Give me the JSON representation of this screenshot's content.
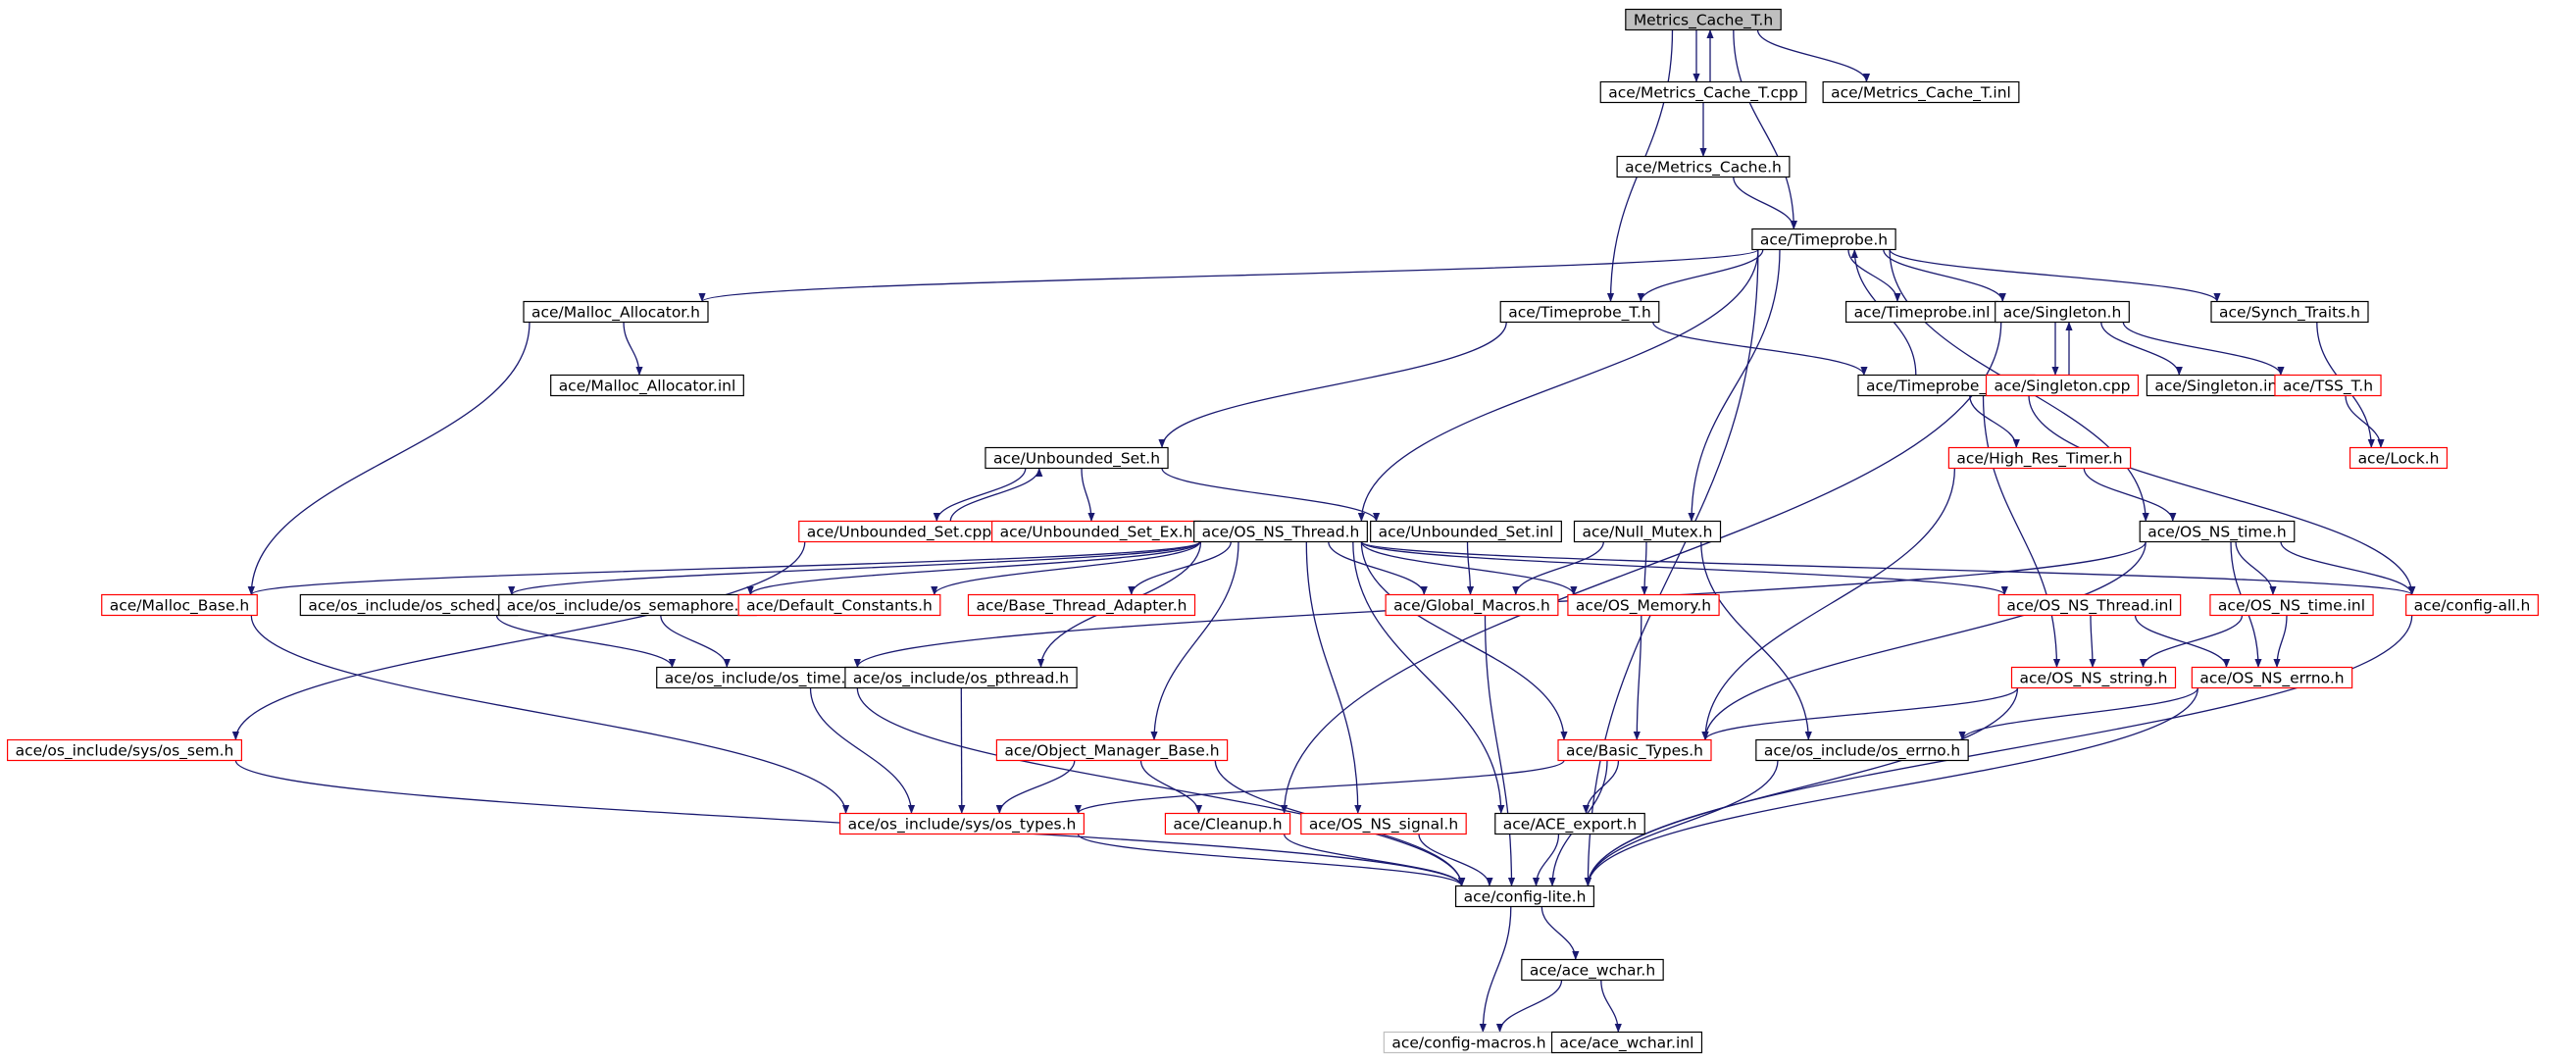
{
  "graph": {
    "title": "",
    "colors": {
      "edge": "#191970",
      "normal_border": "#000000",
      "root_fill": "#bfbfbf",
      "truncated_border": "#ff0000",
      "missing_border": "#bfbfbf",
      "text": "#000000"
    },
    "nodes": [
      {
        "id": "metrics_cache_t_h",
        "label": "Metrics_Cache_T.h",
        "kind": "root"
      },
      {
        "id": "metrics_cache_t_cpp",
        "label": "ace/Metrics_Cache_T.cpp",
        "kind": "normal"
      },
      {
        "id": "metrics_cache_t_inl",
        "label": "ace/Metrics_Cache_T.inl",
        "kind": "normal"
      },
      {
        "id": "metrics_cache_h",
        "label": "ace/Metrics_Cache.h",
        "kind": "normal"
      },
      {
        "id": "timeprobe_h",
        "label": "ace/Timeprobe.h",
        "kind": "normal"
      },
      {
        "id": "malloc_allocator_h",
        "label": "ace/Malloc_Allocator.h",
        "kind": "normal"
      },
      {
        "id": "timeprobe_t_h",
        "label": "ace/Timeprobe_T.h",
        "kind": "normal"
      },
      {
        "id": "timeprobe_inl",
        "label": "ace/Timeprobe.inl",
        "kind": "normal"
      },
      {
        "id": "singleton_h",
        "label": "ace/Singleton.h",
        "kind": "normal"
      },
      {
        "id": "synch_traits_h",
        "label": "ace/Synch_Traits.h",
        "kind": "normal"
      },
      {
        "id": "malloc_allocator_inl",
        "label": "ace/Malloc_Allocator.inl",
        "kind": "normal"
      },
      {
        "id": "timeprobe_t_cpp",
        "label": "ace/Timeprobe_T.cpp",
        "kind": "normal"
      },
      {
        "id": "singleton_cpp",
        "label": "ace/Singleton.cpp",
        "kind": "truncated"
      },
      {
        "id": "singleton_inl",
        "label": "ace/Singleton.inl",
        "kind": "normal"
      },
      {
        "id": "tss_t_h",
        "label": "ace/TSS_T.h",
        "kind": "truncated"
      },
      {
        "id": "unbounded_set_h",
        "label": "ace/Unbounded_Set.h",
        "kind": "normal"
      },
      {
        "id": "high_res_timer_h",
        "label": "ace/High_Res_Timer.h",
        "kind": "truncated"
      },
      {
        "id": "lock_h",
        "label": "ace/Lock.h",
        "kind": "truncated"
      },
      {
        "id": "unbounded_set_cpp",
        "label": "ace/Unbounded_Set.cpp",
        "kind": "truncated"
      },
      {
        "id": "unbounded_set_ex_h",
        "label": "ace/Unbounded_Set_Ex.h",
        "kind": "truncated"
      },
      {
        "id": "os_ns_thread_h",
        "label": "ace/OS_NS_Thread.h",
        "kind": "normal"
      },
      {
        "id": "unbounded_set_inl",
        "label": "ace/Unbounded_Set.inl",
        "kind": "normal"
      },
      {
        "id": "null_mutex_h",
        "label": "ace/Null_Mutex.h",
        "kind": "normal"
      },
      {
        "id": "os_ns_time_h",
        "label": "ace/OS_NS_time.h",
        "kind": "normal"
      },
      {
        "id": "malloc_base_h",
        "label": "ace/Malloc_Base.h",
        "kind": "truncated"
      },
      {
        "id": "os_sched_h",
        "label": "ace/os_include/os_sched.h",
        "kind": "normal"
      },
      {
        "id": "os_semaphore_h",
        "label": "ace/os_include/os_semaphore.h",
        "kind": "normal"
      },
      {
        "id": "default_constants_h",
        "label": "ace/Default_Constants.h",
        "kind": "truncated"
      },
      {
        "id": "base_thread_adapter_h",
        "label": "ace/Base_Thread_Adapter.h",
        "kind": "truncated"
      },
      {
        "id": "global_macros_h",
        "label": "ace/Global_Macros.h",
        "kind": "truncated"
      },
      {
        "id": "os_memory_h",
        "label": "ace/OS_Memory.h",
        "kind": "truncated"
      },
      {
        "id": "os_ns_thread_inl",
        "label": "ace/OS_NS_Thread.inl",
        "kind": "truncated"
      },
      {
        "id": "os_ns_time_inl",
        "label": "ace/OS_NS_time.inl",
        "kind": "truncated"
      },
      {
        "id": "config_all_h",
        "label": "ace/config-all.h",
        "kind": "truncated"
      },
      {
        "id": "os_time_h",
        "label": "ace/os_include/os_time.h",
        "kind": "normal"
      },
      {
        "id": "os_pthread_h",
        "label": "ace/os_include/os_pthread.h",
        "kind": "normal"
      },
      {
        "id": "os_ns_string_h",
        "label": "ace/OS_NS_string.h",
        "kind": "truncated"
      },
      {
        "id": "os_ns_errno_h",
        "label": "ace/OS_NS_errno.h",
        "kind": "truncated"
      },
      {
        "id": "os_sem_h",
        "label": "ace/os_include/sys/os_sem.h",
        "kind": "truncated"
      },
      {
        "id": "object_manager_base_h",
        "label": "ace/Object_Manager_Base.h",
        "kind": "truncated"
      },
      {
        "id": "basic_types_h",
        "label": "ace/Basic_Types.h",
        "kind": "truncated"
      },
      {
        "id": "os_errno_h",
        "label": "ace/os_include/os_errno.h",
        "kind": "normal"
      },
      {
        "id": "os_types_h",
        "label": "ace/os_include/sys/os_types.h",
        "kind": "truncated"
      },
      {
        "id": "cleanup_h",
        "label": "ace/Cleanup.h",
        "kind": "truncated"
      },
      {
        "id": "os_ns_signal_h",
        "label": "ace/OS_NS_signal.h",
        "kind": "truncated"
      },
      {
        "id": "ace_export_h",
        "label": "ace/ACE_export.h",
        "kind": "normal"
      },
      {
        "id": "config_lite_h",
        "label": "ace/config-lite.h",
        "kind": "normal"
      },
      {
        "id": "ace_wchar_h",
        "label": "ace/ace_wchar.h",
        "kind": "normal"
      },
      {
        "id": "config_macros_h",
        "label": "ace/config-macros.h",
        "kind": "missing"
      },
      {
        "id": "ace_wchar_inl",
        "label": "ace/ace_wchar.inl",
        "kind": "normal"
      }
    ],
    "edges": [
      {
        "from": "metrics_cache_t_h",
        "to": "metrics_cache_t_cpp"
      },
      {
        "from": "metrics_cache_t_cpp",
        "to": "metrics_cache_t_h"
      },
      {
        "from": "metrics_cache_t_h",
        "to": "metrics_cache_t_inl"
      },
      {
        "from": "metrics_cache_t_h",
        "to": "timeprobe_t_h"
      },
      {
        "from": "metrics_cache_t_h",
        "to": "timeprobe_h"
      },
      {
        "from": "metrics_cache_t_cpp",
        "to": "metrics_cache_h"
      },
      {
        "from": "metrics_cache_h",
        "to": "timeprobe_h"
      },
      {
        "from": "timeprobe_h",
        "to": "malloc_allocator_h"
      },
      {
        "from": "timeprobe_h",
        "to": "timeprobe_t_h"
      },
      {
        "from": "timeprobe_h",
        "to": "timeprobe_inl"
      },
      {
        "from": "timeprobe_h",
        "to": "singleton_h"
      },
      {
        "from": "timeprobe_h",
        "to": "synch_traits_h"
      },
      {
        "from": "timeprobe_h",
        "to": "os_ns_thread_h"
      },
      {
        "from": "timeprobe_h",
        "to": "null_mutex_h"
      },
      {
        "from": "timeprobe_h",
        "to": "os_ns_time_h"
      },
      {
        "from": "timeprobe_h",
        "to": "config_lite_h"
      },
      {
        "from": "timeprobe_t_cpp",
        "to": "timeprobe_h"
      },
      {
        "from": "malloc_allocator_h",
        "to": "malloc_allocator_inl"
      },
      {
        "from": "malloc_allocator_h",
        "to": "malloc_base_h"
      },
      {
        "from": "timeprobe_t_h",
        "to": "unbounded_set_h"
      },
      {
        "from": "timeprobe_t_h",
        "to": "timeprobe_t_cpp"
      },
      {
        "from": "singleton_h",
        "to": "singleton_cpp"
      },
      {
        "from": "singleton_cpp",
        "to": "singleton_h"
      },
      {
        "from": "singleton_h",
        "to": "singleton_inl"
      },
      {
        "from": "singleton_h",
        "to": "tss_t_h"
      },
      {
        "from": "singleton_h",
        "to": "cleanup_h"
      },
      {
        "from": "tss_t_h",
        "to": "lock_h"
      },
      {
        "from": "synch_traits_h",
        "to": "lock_h"
      },
      {
        "from": "timeprobe_t_cpp",
        "to": "high_res_timer_h"
      },
      {
        "from": "timeprobe_t_cpp",
        "to": "os_ns_string_h"
      },
      {
        "from": "timeprobe_t_cpp",
        "to": "config_all_h"
      },
      {
        "from": "unbounded_set_h",
        "to": "unbounded_set_cpp"
      },
      {
        "from": "unbounded_set_cpp",
        "to": "unbounded_set_h"
      },
      {
        "from": "unbounded_set_h",
        "to": "unbounded_set_ex_h"
      },
      {
        "from": "unbounded_set_h",
        "to": "unbounded_set_inl"
      },
      {
        "from": "unbounded_set_cpp",
        "to": "os_sem_h"
      },
      {
        "from": "unbounded_set_inl",
        "to": "global_macros_h"
      },
      {
        "from": "high_res_timer_h",
        "to": "os_ns_time_h"
      },
      {
        "from": "high_res_timer_h",
        "to": "basic_types_h"
      },
      {
        "from": "os_ns_thread_h",
        "to": "malloc_base_h"
      },
      {
        "from": "os_ns_thread_h",
        "to": "os_sched_h"
      },
      {
        "from": "os_ns_thread_h",
        "to": "os_semaphore_h"
      },
      {
        "from": "os_ns_thread_h",
        "to": "default_constants_h"
      },
      {
        "from": "os_ns_thread_h",
        "to": "base_thread_adapter_h"
      },
      {
        "from": "os_ns_thread_h",
        "to": "global_macros_h"
      },
      {
        "from": "os_ns_thread_h",
        "to": "os_memory_h"
      },
      {
        "from": "os_ns_thread_h",
        "to": "os_ns_thread_inl"
      },
      {
        "from": "os_ns_thread_h",
        "to": "config_all_h"
      },
      {
        "from": "os_ns_thread_h",
        "to": "os_pthread_h"
      },
      {
        "from": "os_ns_thread_h",
        "to": "object_manager_base_h"
      },
      {
        "from": "os_ns_thread_h",
        "to": "os_ns_signal_h"
      },
      {
        "from": "os_ns_thread_h",
        "to": "ace_export_h"
      },
      {
        "from": "os_ns_thread_h",
        "to": "basic_types_h"
      },
      {
        "from": "null_mutex_h",
        "to": "global_macros_h"
      },
      {
        "from": "null_mutex_h",
        "to": "os_memory_h"
      },
      {
        "from": "null_mutex_h",
        "to": "os_errno_h"
      },
      {
        "from": "os_ns_time_h",
        "to": "os_ns_time_inl"
      },
      {
        "from": "os_ns_time_h",
        "to": "config_all_h"
      },
      {
        "from": "os_ns_time_h",
        "to": "os_time_h"
      },
      {
        "from": "os_ns_time_h",
        "to": "basic_types_h"
      },
      {
        "from": "os_ns_time_h",
        "to": "os_ns_errno_h"
      },
      {
        "from": "malloc_base_h",
        "to": "os_types_h"
      },
      {
        "from": "os_sched_h",
        "to": "os_time_h"
      },
      {
        "from": "os_semaphore_h",
        "to": "os_time_h"
      },
      {
        "from": "global_macros_h",
        "to": "config_lite_h"
      },
      {
        "from": "os_memory_h",
        "to": "basic_types_h"
      },
      {
        "from": "os_ns_thread_inl",
        "to": "os_ns_string_h"
      },
      {
        "from": "os_ns_thread_inl",
        "to": "os_ns_errno_h"
      },
      {
        "from": "os_ns_time_inl",
        "to": "os_ns_string_h"
      },
      {
        "from": "os_ns_time_inl",
        "to": "os_ns_errno_h"
      },
      {
        "from": "config_all_h",
        "to": "config_lite_h"
      },
      {
        "from": "os_time_h",
        "to": "os_types_h"
      },
      {
        "from": "os_time_h",
        "to": "config_lite_h"
      },
      {
        "from": "os_pthread_h",
        "to": "os_types_h"
      },
      {
        "from": "os_ns_string_h",
        "to": "basic_types_h"
      },
      {
        "from": "os_ns_string_h",
        "to": "config_lite_h"
      },
      {
        "from": "os_ns_errno_h",
        "to": "os_errno_h"
      },
      {
        "from": "os_ns_errno_h",
        "to": "config_lite_h"
      },
      {
        "from": "os_sem_h",
        "to": "config_lite_h"
      },
      {
        "from": "object_manager_base_h",
        "to": "os_types_h"
      },
      {
        "from": "object_manager_base_h",
        "to": "cleanup_h"
      },
      {
        "from": "object_manager_base_h",
        "to": "config_lite_h"
      },
      {
        "from": "basic_types_h",
        "to": "os_types_h"
      },
      {
        "from": "basic_types_h",
        "to": "ace_export_h"
      },
      {
        "from": "basic_types_h",
        "to": "config_lite_h"
      },
      {
        "from": "os_errno_h",
        "to": "config_lite_h"
      },
      {
        "from": "os_types_h",
        "to": "config_lite_h"
      },
      {
        "from": "cleanup_h",
        "to": "config_lite_h"
      },
      {
        "from": "os_ns_signal_h",
        "to": "config_lite_h"
      },
      {
        "from": "ace_export_h",
        "to": "config_lite_h"
      },
      {
        "from": "config_lite_h",
        "to": "ace_wchar_h"
      },
      {
        "from": "config_lite_h",
        "to": "config_macros_h"
      },
      {
        "from": "ace_wchar_h",
        "to": "config_macros_h"
      },
      {
        "from": "ace_wchar_h",
        "to": "ace_wchar_inl"
      }
    ]
  }
}
